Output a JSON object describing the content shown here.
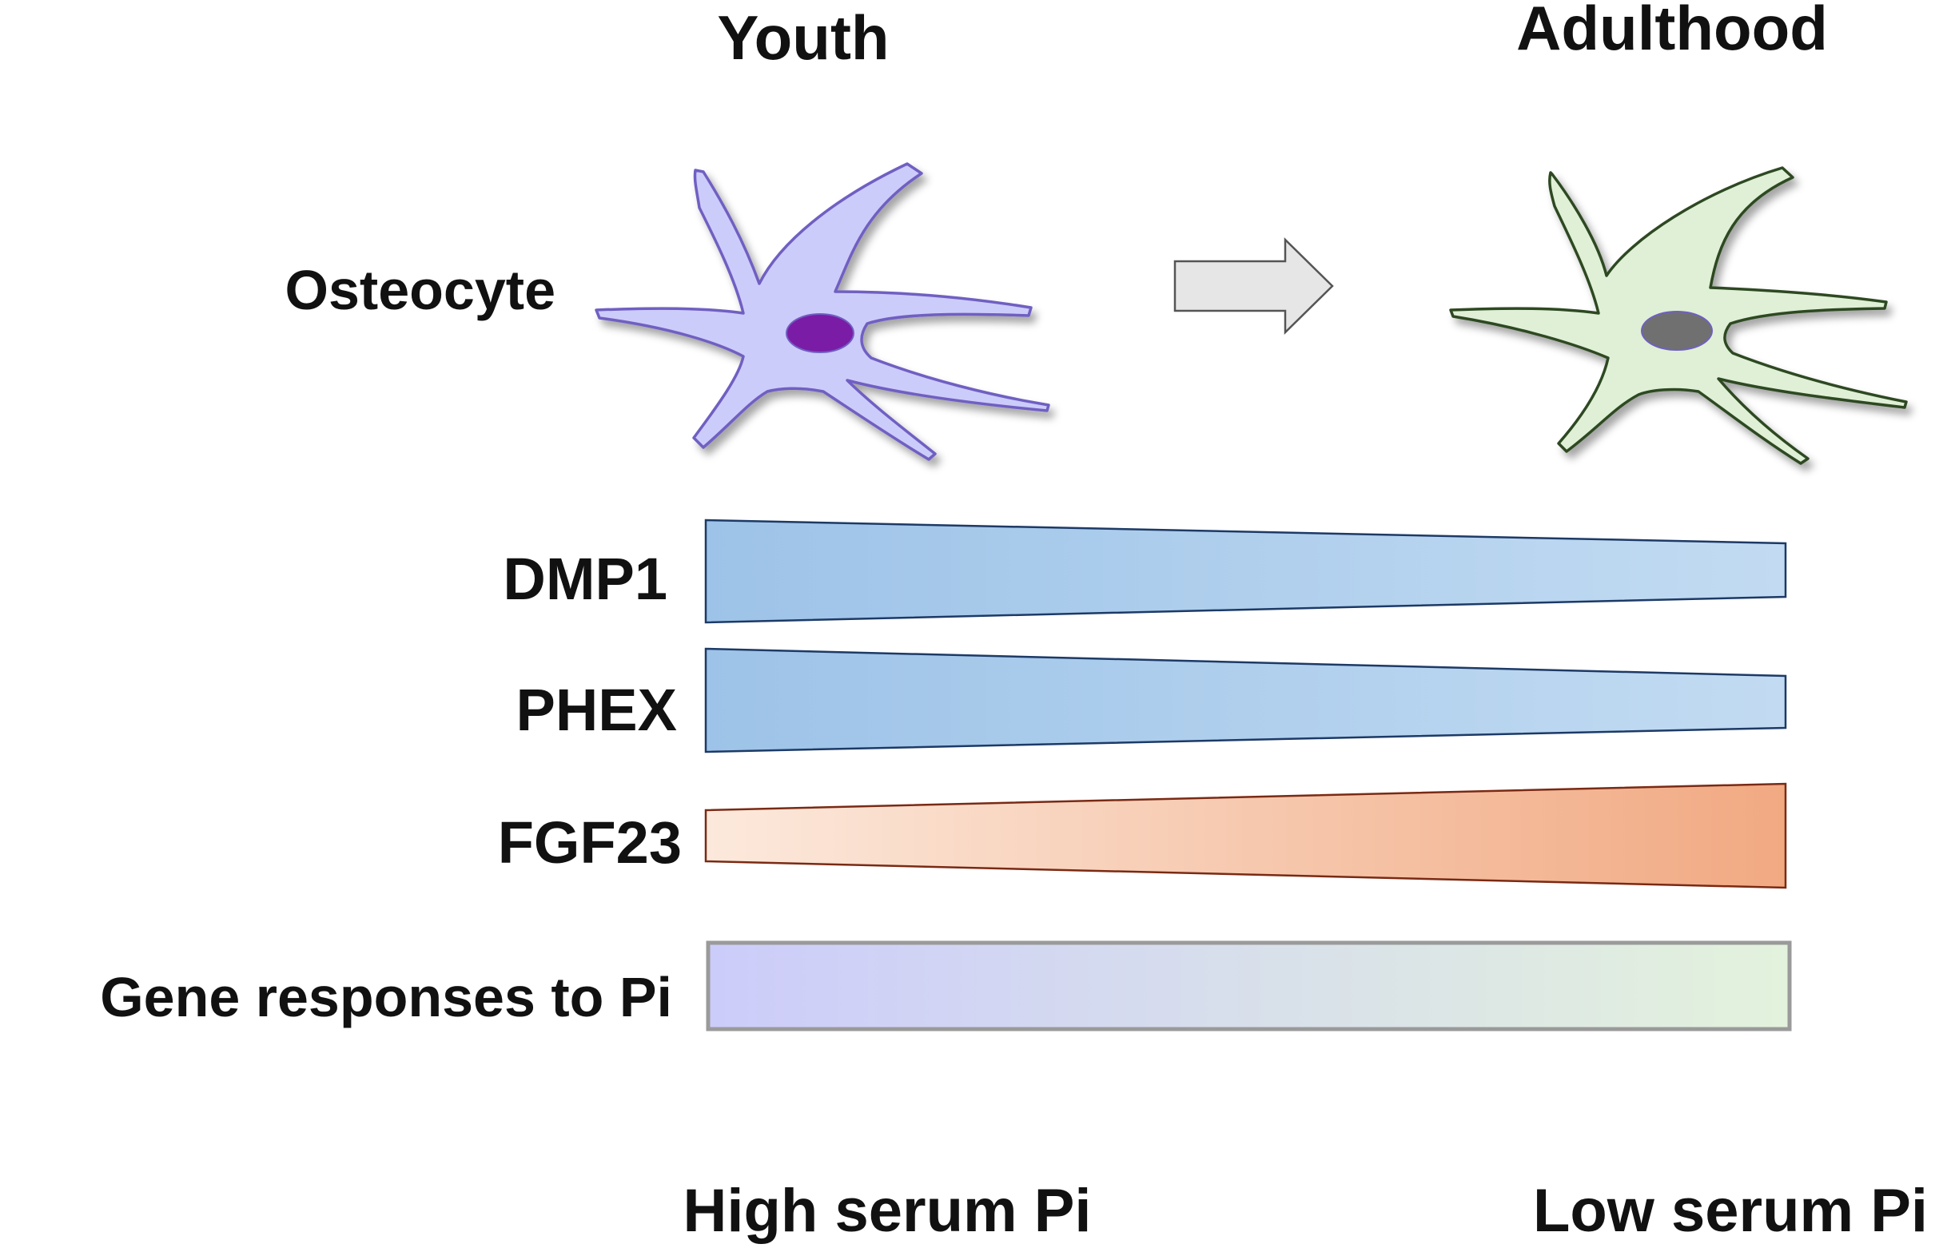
{
  "headers": {
    "youth": "Youth",
    "adulthood": "Adulthood"
  },
  "row_labels": {
    "osteocyte": "Osteocyte",
    "dmp1": "DMP1",
    "phex": "PHEX",
    "fgf23": "FGF23",
    "gene_responses": "Gene responses to Pi"
  },
  "footer": {
    "left": "High serum Pi",
    "right": "Low serum Pi"
  },
  "colors": {
    "youth_cell_fill": "#ccccfa",
    "youth_cell_stroke": "#6f5fc2",
    "youth_nucleus": "#7a1fa6",
    "adult_cell_fill": "#dff0d6",
    "adult_cell_stroke": "#2e4a22",
    "adult_nucleus": "#707070",
    "blue_bar_strong": "#9dc3e8",
    "blue_bar_light": "#c2dbf2",
    "blue_bar_stroke": "#1d3a66",
    "orange_bar_light": "#fce9dc",
    "orange_bar_strong": "#f1a982",
    "orange_bar_stroke": "#7a2a14",
    "gene_bar_left": "#ccccfa",
    "gene_bar_right": "#e3f2dc",
    "gene_bar_stroke": "#9a9a9a",
    "arrow_fill": "#e6e6e6",
    "arrow_stroke": "#555555"
  },
  "trends": {
    "dmp1": "decreasing",
    "phex": "decreasing",
    "fgf23": "increasing",
    "gene_responses": "shifting"
  }
}
